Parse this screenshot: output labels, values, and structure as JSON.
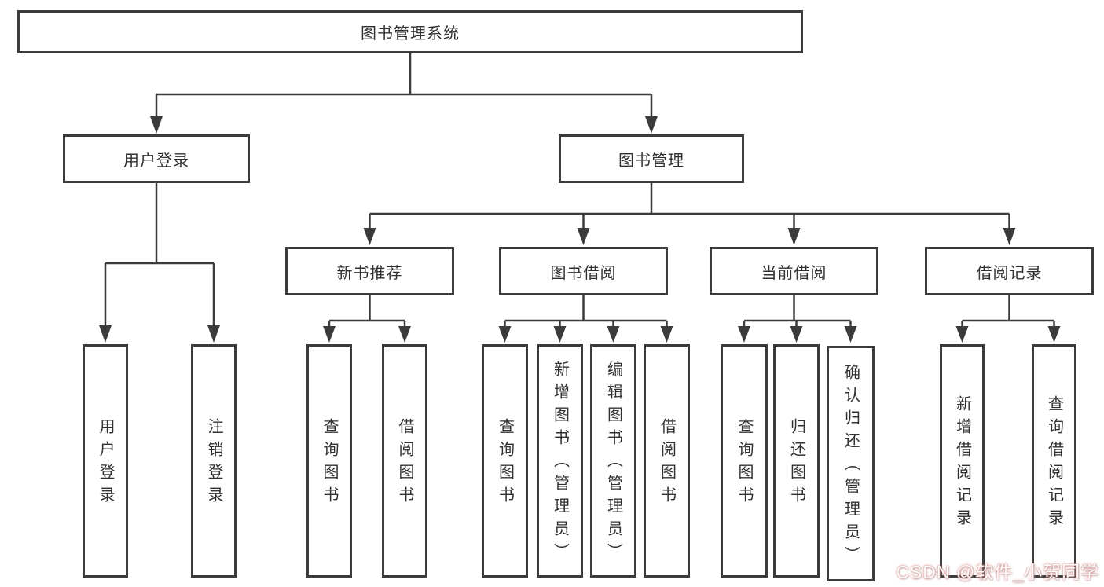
{
  "nodes": {
    "root": {
      "label": "图书管理系统"
    },
    "level2": [
      {
        "label": "用户登录"
      },
      {
        "label": "图书管理"
      }
    ],
    "level3": [
      {
        "label": "新书推荐"
      },
      {
        "label": "图书借阅"
      },
      {
        "label": "当前借阅"
      },
      {
        "label": "借阅记录"
      }
    ],
    "leaves": [
      {
        "label": "用户登录"
      },
      {
        "label": "注销登录"
      },
      {
        "label": "查询图书"
      },
      {
        "label": "借阅图书"
      },
      {
        "label": "查询图书"
      },
      {
        "label": "新增图书（管理员）"
      },
      {
        "label": "编辑图书（管理员）"
      },
      {
        "label": "借阅图书"
      },
      {
        "label": "查询图书"
      },
      {
        "label": "归还图书"
      },
      {
        "label": "确认归还（管理员）"
      },
      {
        "label": "新增借阅记录"
      },
      {
        "label": "查询借阅记录"
      }
    ]
  },
  "watermark": {
    "text": "CSDN @软件_小贺同学"
  },
  "colors": {
    "line": "#3b3b3b",
    "box_border": "#3b3b3b",
    "box_fill": "#ffffff",
    "text": "#303030",
    "watermark_glow": "#de7878"
  }
}
